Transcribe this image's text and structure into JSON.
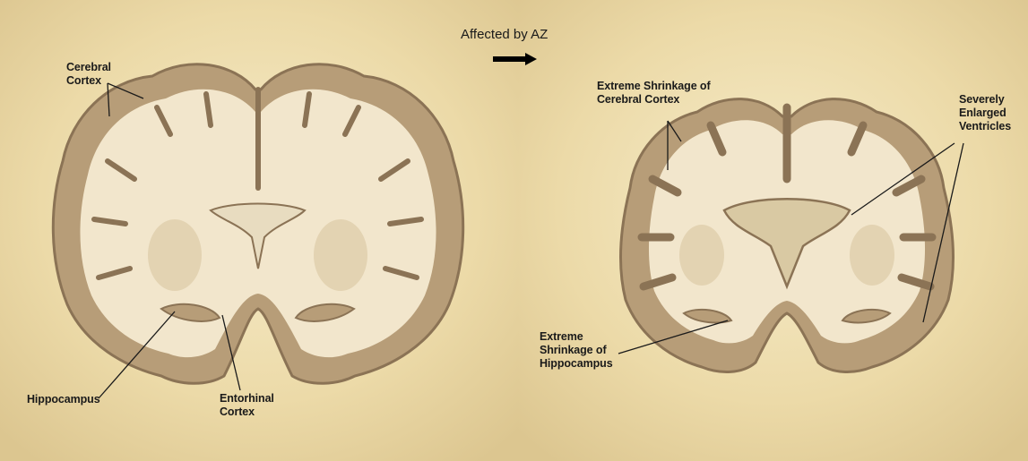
{
  "caption": "Affected by AZ",
  "colors": {
    "parchment": "#efe0b0",
    "cortex": "#b79d78",
    "cortex_edge": "#8b7355",
    "white_matter": "#f2e6cc",
    "ventricle": "#e8dcc0",
    "line": "#1a1a1a"
  },
  "left_panel": {
    "labels": {
      "cerebral_cortex": "Cerebral\nCortex",
      "hippocampus": "Hippocampus",
      "entorhinal_cortex": "Entorhinal\nCortex"
    }
  },
  "right_panel": {
    "labels": {
      "shrinkage_cortex": "Extreme Shrinkage of\nCerebral Cortex",
      "enlarged_ventricles": "Severely\nEnlarged\nVentricles",
      "shrinkage_hippocampus": "Extreme\nShrinkage of\nHippocampus"
    }
  },
  "icons": {
    "arrow": "arrow-right-icon"
  }
}
